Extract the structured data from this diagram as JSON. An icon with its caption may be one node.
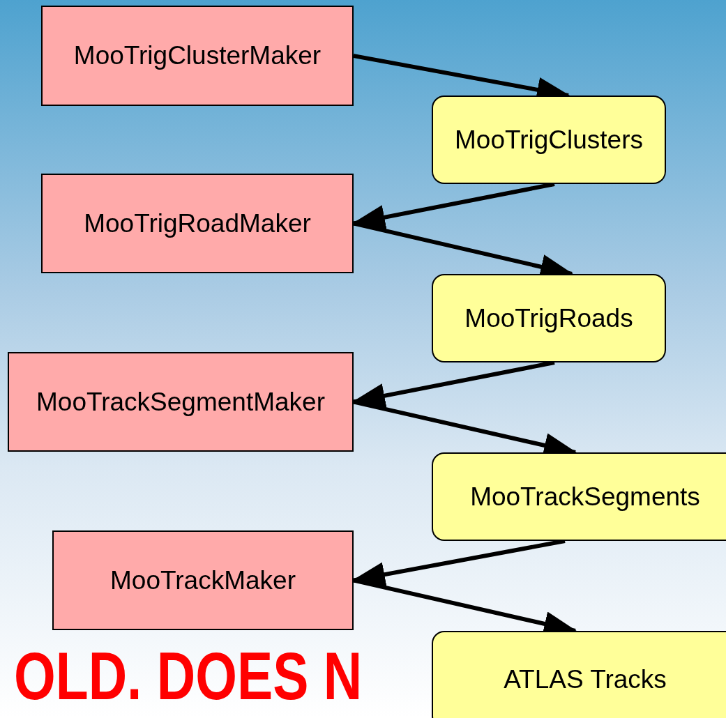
{
  "diagram": {
    "nodes": [
      {
        "text": [
          "MooTrigClusterMaker"
        ]
      },
      {
        "text": [
          "MooTrigClusters"
        ]
      },
      {
        "text": [
          "MooTrigRoadMaker"
        ]
      },
      {
        "text": [
          "MooTrigRoads"
        ]
      },
      {
        "text": [
          "MooTrackSegmentMaker"
        ]
      },
      {
        "text": [
          "MooTrackSegments"
        ]
      },
      {
        "text": [
          "MooTrackMaker"
        ]
      },
      {
        "text": [
          "ATLAS Tracks"
        ]
      }
    ],
    "edges": [
      {
        "from": 0,
        "to": 1,
        "arrow": "to"
      },
      {
        "from": 1,
        "to": 2,
        "arrow": "to"
      },
      {
        "from": 2,
        "to": 3,
        "arrow": "to"
      },
      {
        "from": 3,
        "to": 4,
        "arrow": "to"
      },
      {
        "from": 4,
        "to": 5,
        "arrow": "to"
      },
      {
        "from": 5,
        "to": 6,
        "arrow": "to"
      },
      {
        "from": 6,
        "to": 7,
        "arrow": "to"
      }
    ],
    "labels": [
      "OLD. DOES N"
    ]
  }
}
